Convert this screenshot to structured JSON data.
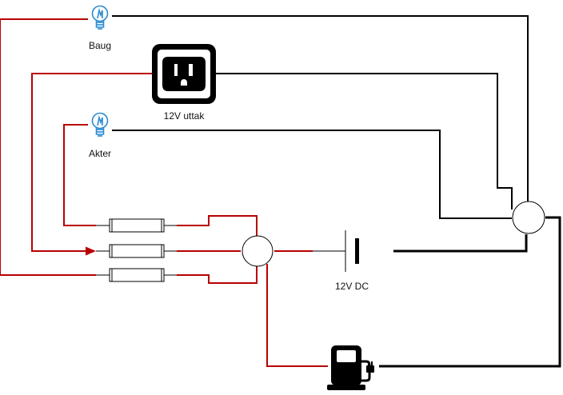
{
  "labels": {
    "bow_light": "Baug",
    "outlet": "12V uttak",
    "stern_light": "Akter",
    "battery": "12V DC"
  },
  "colors": {
    "positive_wire": "#b80000",
    "negative_wire": "#000000",
    "bulb": "#2a8ad4"
  },
  "icons": {
    "bow_light": "lightbulb-icon",
    "stern_light": "lightbulb-icon",
    "outlet": "power-outlet-icon",
    "charger": "ev-charger-icon",
    "battery": "battery-symbol"
  }
}
